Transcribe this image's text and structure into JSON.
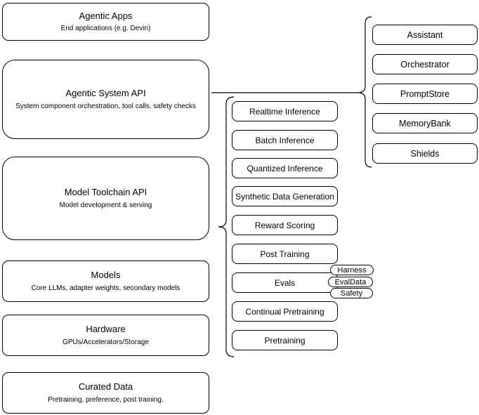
{
  "diagram": {
    "stack_layers": [
      {
        "title": "Agentic Apps",
        "subtitle": "End applications (e.g. Devin)"
      },
      {
        "title": "Agentic System API",
        "subtitle": "System component orchestration, tool calls, safety checks"
      },
      {
        "title": "Model Toolchain API",
        "subtitle": "Model development & serving"
      },
      {
        "title": "Models",
        "subtitle": "Core LLMs, adapter weights, secondary models"
      },
      {
        "title": "Hardware",
        "subtitle": "GPUs/Accelerators/Storage"
      },
      {
        "title": "Curated Data",
        "subtitle": "Pretraining, preference, post training."
      }
    ],
    "toolchain_services": [
      "Realtime Inference",
      "Batch Inference",
      "Quantized Inference",
      "Synthetic Data Generation",
      "Reward Scoring",
      "Post Training",
      "Evals",
      "Continual Pretraining",
      "Pretraining"
    ],
    "evals_tags": [
      "Harness",
      "EvalData",
      "Safety"
    ],
    "system_components": [
      "Assistant",
      "Orchestrator",
      "PromptStore",
      "MemoryBank",
      "Shields"
    ],
    "colors": {
      "stroke": "#000000",
      "fill": "#ffffff",
      "text": "#000000"
    }
  }
}
